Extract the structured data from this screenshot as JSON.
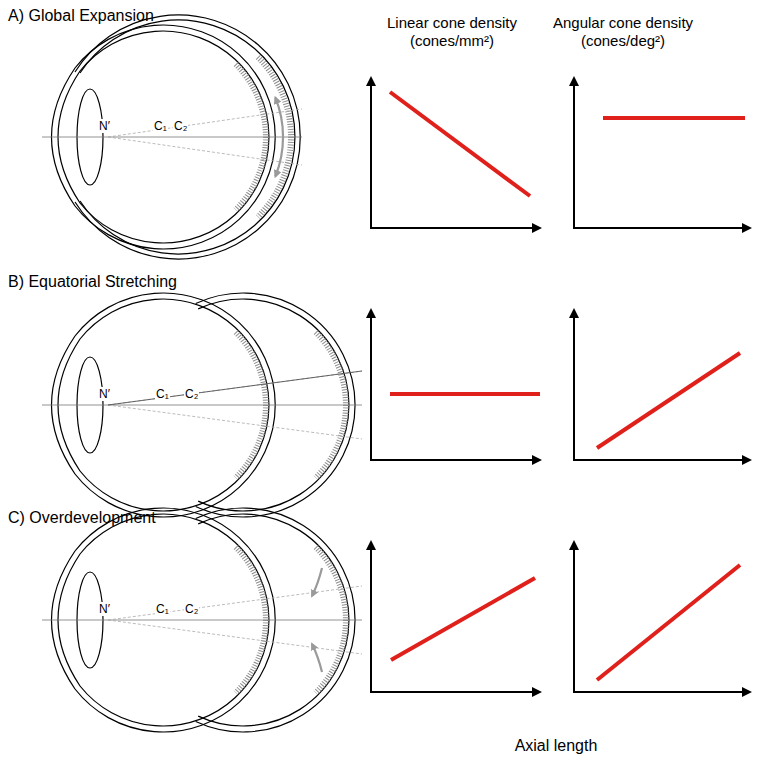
{
  "diagram": {
    "labels": [
      "A) Global Expansion",
      "Linear cone density (cones/mm²)",
      "Angular cone density (cones/deg²)",
      "N′",
      "C₁",
      "C₂",
      "B) Equatorial Stretching",
      "N′",
      "C₁",
      "C₂",
      "C) Overdevelopment",
      "N′",
      "C₁",
      "C₂",
      "Axial length"
    ]
  }
}
